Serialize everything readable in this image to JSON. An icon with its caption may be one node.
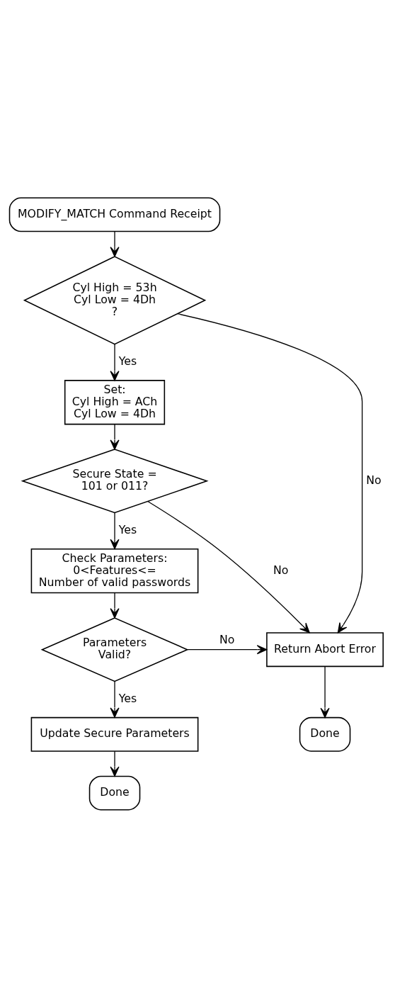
{
  "diagram": {
    "nodes": [
      {
        "text": [
          "MODIFY_MATCH Command Receipt"
        ]
      },
      {
        "text": [
          "Cyl High = 53h Cyl Low = 4Dh ?"
        ]
      },
      {
        "text": [
          "Set:",
          "Cyl High = ACh",
          "Cyl Low = 4Dh"
        ]
      },
      {
        "text": [
          "Secure State = 101 or 011?"
        ]
      },
      {
        "text": [
          "Check Parameters:",
          "0<Features<=",
          "Number of valid passwords"
        ]
      },
      {
        "text": [
          "Parameters Valid?"
        ]
      },
      {
        "text": [
          "Return Abort Error"
        ]
      },
      {
        "text": [
          "Done"
        ]
      },
      {
        "text": [
          "Update Secure Parameters"
        ]
      },
      {
        "text": [
          "Done"
        ]
      }
    ],
    "edges": [
      {
        "from": 0,
        "to": 1,
        "arrow": "to"
      },
      {
        "from": 1,
        "to": 6,
        "arrow": "to",
        "label": "No"
      },
      {
        "from": 1,
        "to": 2,
        "arrow": "to",
        "label": "Yes"
      },
      {
        "from": 2,
        "to": 3,
        "arrow": "to"
      },
      {
        "from": 3,
        "to": 6,
        "arrow": "to",
        "label": "No"
      },
      {
        "from": 3,
        "to": 4,
        "arrow": "to",
        "label": "Yes"
      },
      {
        "from": 4,
        "to": 5,
        "arrow": "to"
      },
      {
        "from": 5,
        "to": 6,
        "arrow": "to",
        "label": "No"
      },
      {
        "from": 5,
        "to": 8,
        "arrow": "to",
        "label": "Yes"
      },
      {
        "from": 6,
        "to": 7,
        "arrow": "to"
      },
      {
        "from": 8,
        "to": 9,
        "arrow": "to"
      }
    ]
  }
}
